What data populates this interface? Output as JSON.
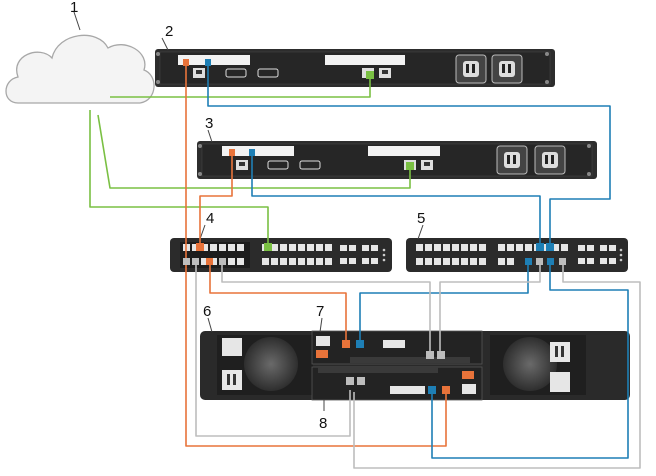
{
  "callouts": {
    "internet": "1",
    "server_top": "2",
    "server_bottom": "3",
    "switch_left": "4",
    "switch_right": "5",
    "storage_enclosure": "6",
    "controller_top": "7",
    "controller_bottom": "8"
  },
  "cable_colors": {
    "management_green": "#7ac043",
    "iscsi_orange": "#e8733a",
    "iscsi_blue": "#1e7fb5",
    "interconnect_gray": "#bdbdbd"
  }
}
